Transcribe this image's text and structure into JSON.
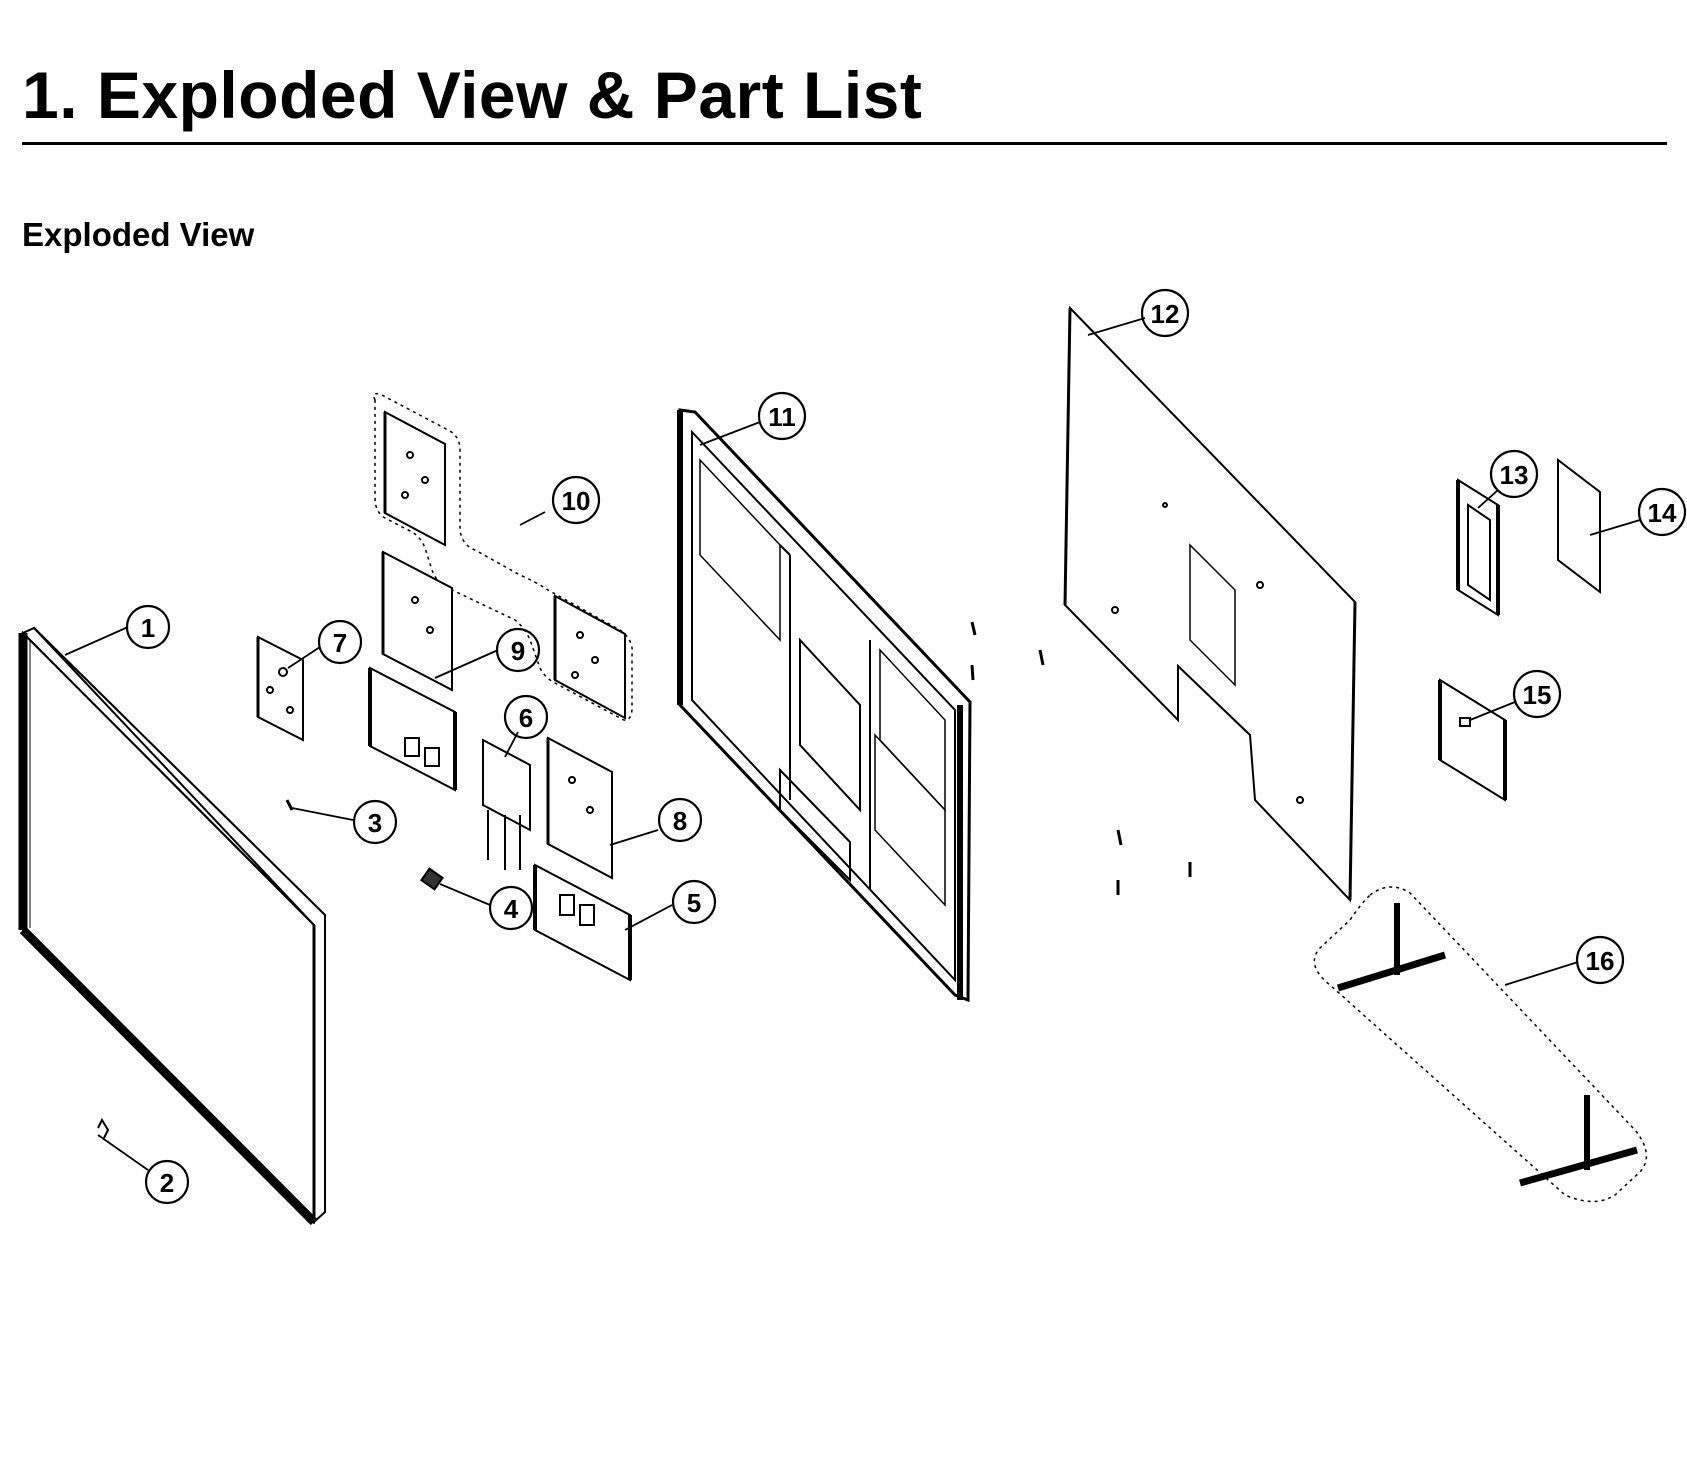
{
  "header": {
    "title": "1.  Exploded View & Part List",
    "section": "Exploded View"
  },
  "callouts": [
    "1",
    "2",
    "3",
    "4",
    "5",
    "6",
    "7",
    "8",
    "9",
    "10",
    "11",
    "12",
    "13",
    "14",
    "15",
    "16"
  ]
}
